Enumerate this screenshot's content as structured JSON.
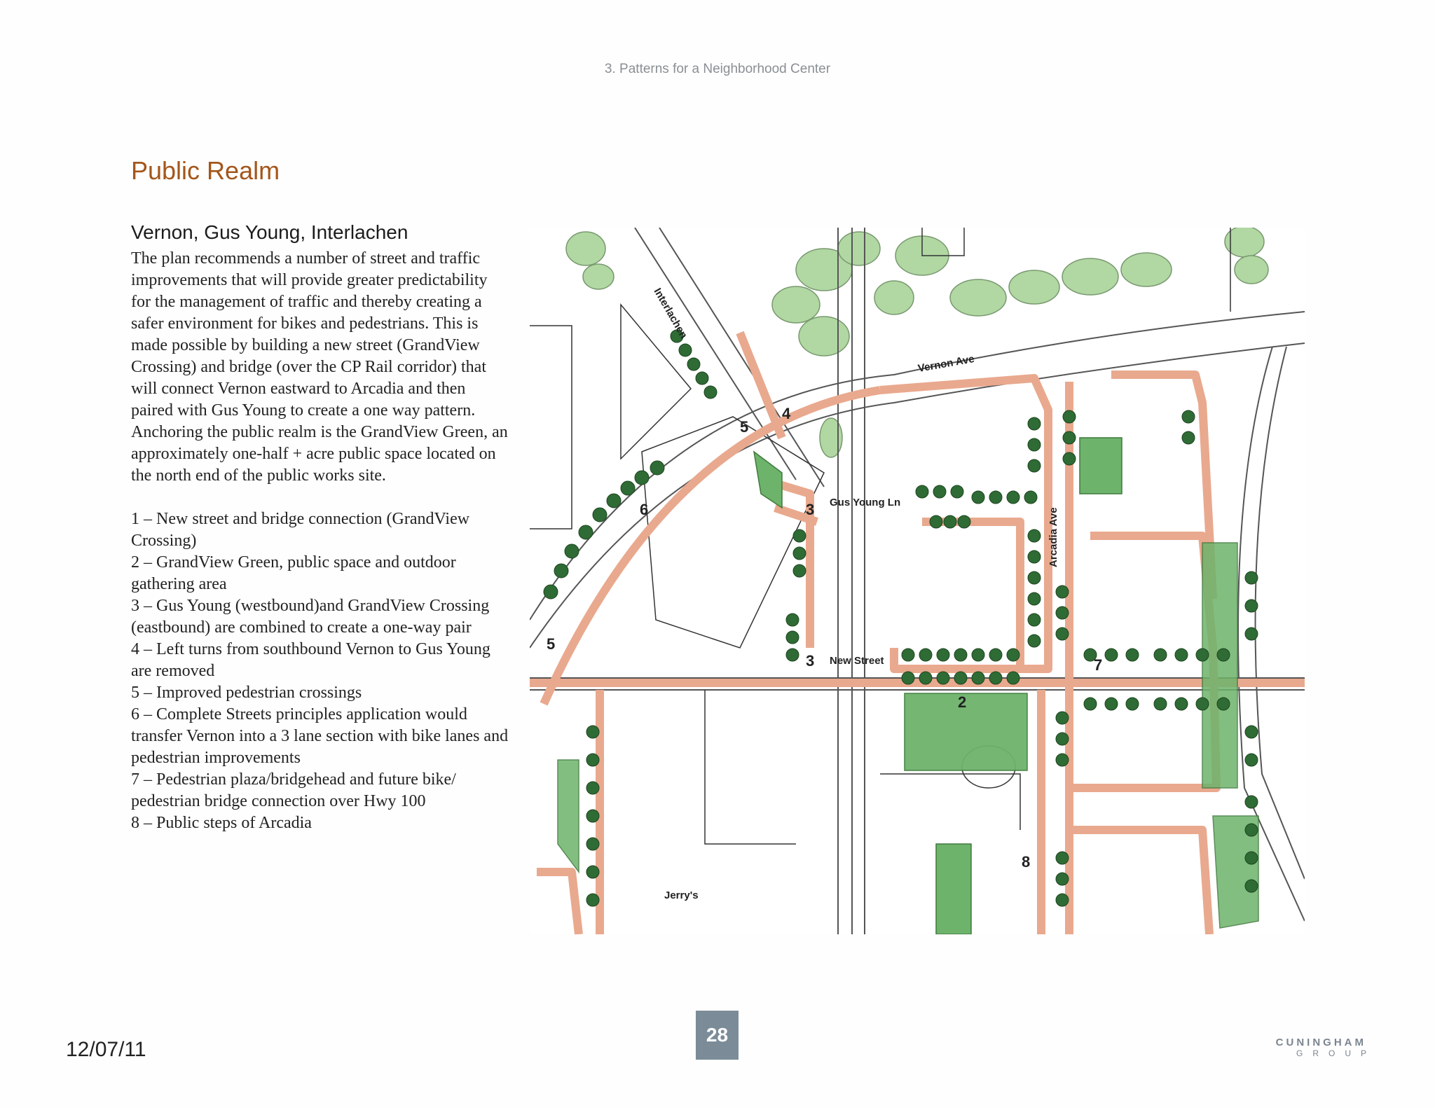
{
  "header": {
    "running_head": "3. Patterns for a Neighborhood Center"
  },
  "section_title": "Public Realm",
  "subheading": "Vernon, Gus Young, Interlachen",
  "body": "The plan recommends a number of street and traffic improvements that will provide greater predictability for the management of traffic and thereby creating a safer environment for bikes and pedestrians. This is made possible by building a new street (GrandView Crossing) and bridge (over the CP Rail corridor) that will connect Vernon eastward to Arcadia and then paired with Gus Young to create a one way pattern. Anchoring the public realm is the GrandView Green, an approximately one-half + acre public space located on the north end of the public works site.",
  "list_items": [
    "1 – New street and bridge connection (GrandView Crossing)",
    "2 – GrandView Green, public space and outdoor gathering area",
    "3 – Gus Young (westbound)and GrandView Crossing (eastbound) are combined to create a one-way pair",
    "4 – Left turns from southbound Vernon to Gus Young are removed",
    "5 – Improved pedestrian crossings",
    "6 – Complete Streets principles application would transfer Vernon into a 3 lane section with bike lanes and pedestrian improvements",
    "7 – Pedestrian plaza/bridgehead and future bike/ pedestrian bridge connection over Hwy 100",
    "8 – Public steps of Arcadia"
  ],
  "map": {
    "street_labels": {
      "interlachen": "Interlachen",
      "vernon_ave": "Vernon Ave",
      "gus_young_ln": "Gus Young Ln",
      "new_street": "New Street",
      "arcadia_ave": "Arcadia Ave",
      "jerrys": "Jerry's"
    },
    "markers": {
      "m2": "2",
      "m3a": "3",
      "m3b": "3",
      "m4": "4",
      "m5a": "5",
      "m5b": "5",
      "m6": "6",
      "m7": "7",
      "m8": "8"
    },
    "colors": {
      "sidewalk": "#e9a98e",
      "green": "#6db36b",
      "tree": "#2f6b34",
      "foliage": "#a9d39a"
    }
  },
  "footer": {
    "date": "12/07/11",
    "page_number": "28",
    "logo_top": "CUNINGHAM",
    "logo_bottom": "GROUP"
  }
}
